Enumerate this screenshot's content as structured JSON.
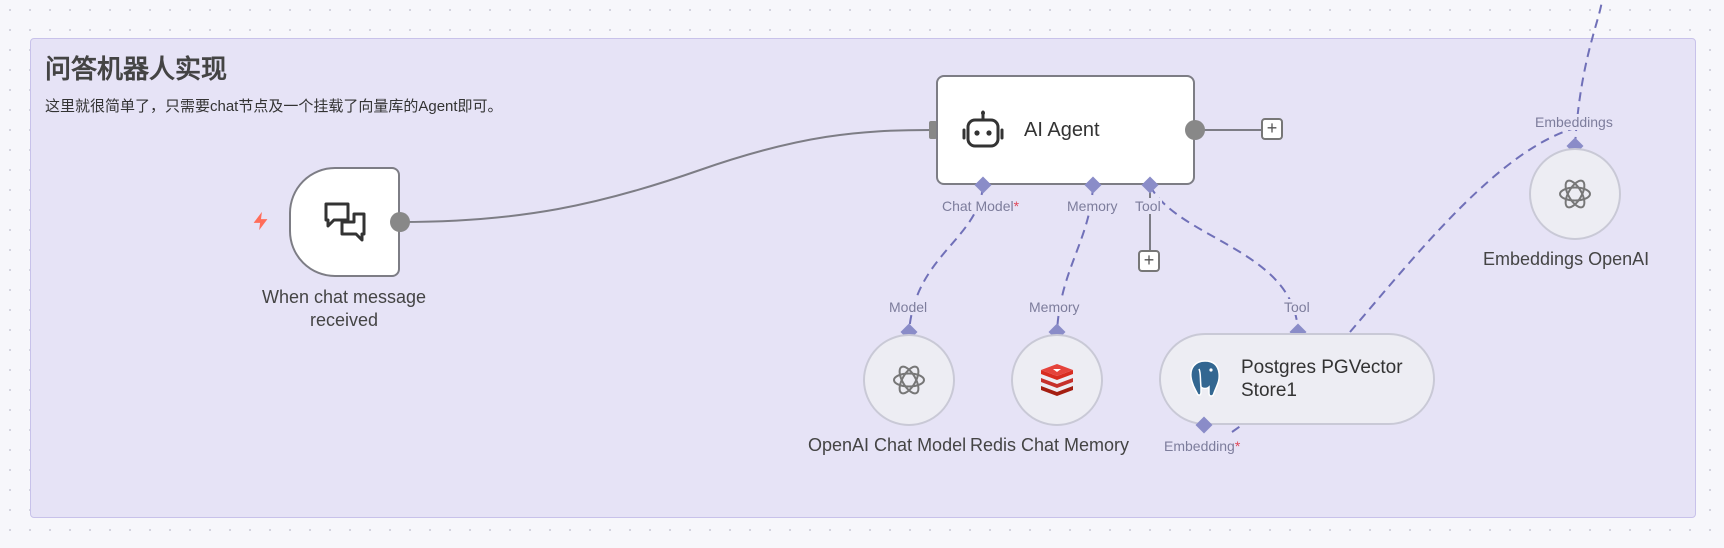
{
  "sticky": {
    "title": "问答机器人实现",
    "body": "这里就很简单了，只需要chat节点及一个挂载了向量库的Agent即可。"
  },
  "nodes": {
    "trigger": {
      "label_line1": "When chat message",
      "label_line2": "received",
      "icon": "chat-bubbles-icon"
    },
    "agent": {
      "title": "AI Agent",
      "icon": "robot-icon"
    },
    "openai_model": {
      "label": "OpenAI Chat Model",
      "icon": "openai-icon"
    },
    "redis_memory": {
      "label": "Redis Chat Memory",
      "icon": "redis-icon"
    },
    "pgvector": {
      "title_line1": "Postgres PGVector",
      "title_line2": "Store1",
      "icon": "postgres-elephant-icon"
    },
    "embeddings": {
      "label": "Embeddings OpenAI",
      "icon": "openai-icon"
    }
  },
  "connectors": {
    "chat_model": "Chat Model",
    "chat_model_required": "*",
    "memory": "Memory",
    "tool": "Tool",
    "model": "Model",
    "memory_in": "Memory",
    "tool_in": "Tool",
    "embedding": "Embedding",
    "embedding_required": "*",
    "embeddings": "Embeddings"
  },
  "colors": {
    "sticky_bg": "#e6e3f6",
    "dashed_link": "#7070b8",
    "main_link": "#7d7d85",
    "trigger_bolt": "#ff6d5a",
    "postgres_blue": "#336791",
    "redis_red": "#d82c20"
  }
}
